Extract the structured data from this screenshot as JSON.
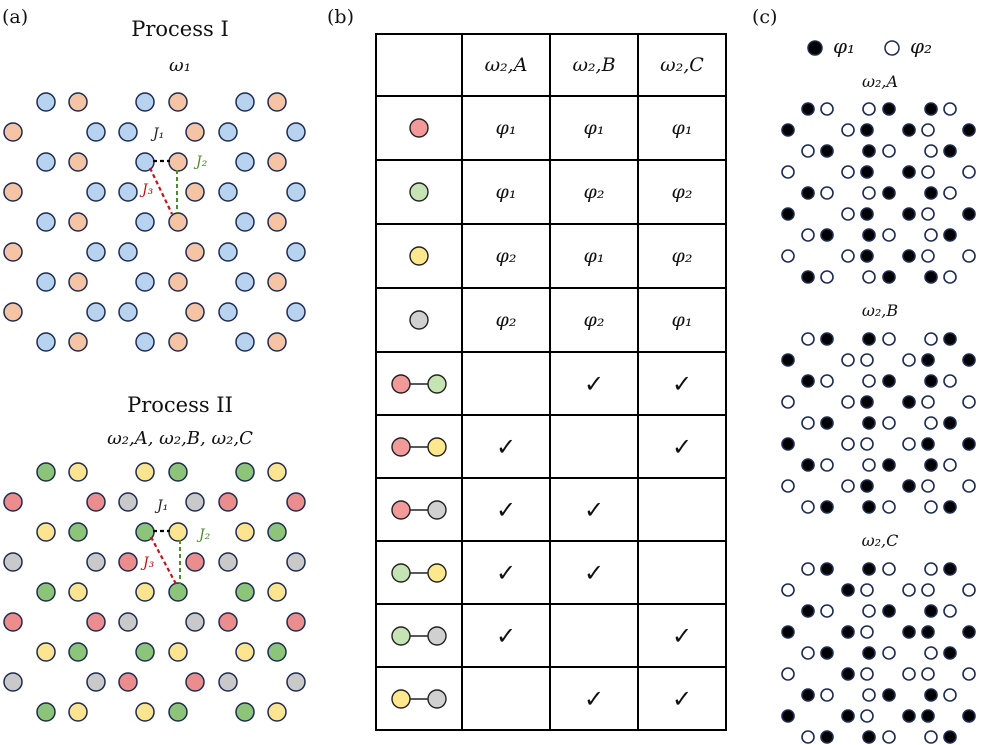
{
  "panel_a": {
    "label": "(a)",
    "process1": {
      "title": "Process I",
      "subtitle": "ω₁"
    },
    "process2": {
      "title": "Process II",
      "subtitle": "ω₂,A, ω₂,B, ω₂,C"
    },
    "bond_labels": {
      "j1": "J₁",
      "j2": "J₂",
      "j3": "J₃"
    }
  },
  "panel_b": {
    "label": "(b)",
    "headers": [
      "ω₂,A",
      "ω₂,B",
      "ω₂,C"
    ],
    "site_rows": [
      {
        "color": "#f29a9a",
        "values": [
          "φ₁",
          "φ₁",
          "φ₁"
        ]
      },
      {
        "color": "#c5e3b3",
        "values": [
          "φ₁",
          "φ₂",
          "φ₂"
        ]
      },
      {
        "color": "#fde88e",
        "values": [
          "φ₂",
          "φ₁",
          "φ₂"
        ]
      },
      {
        "color": "#d0d0d0",
        "values": [
          "φ₂",
          "φ₂",
          "φ₁"
        ]
      }
    ],
    "bond_rows": [
      {
        "left": "#f29a9a",
        "right": "#c5e3b3",
        "checks": [
          "",
          "✓",
          "✓"
        ]
      },
      {
        "left": "#f29a9a",
        "right": "#fde88e",
        "checks": [
          "✓",
          "",
          "✓"
        ]
      },
      {
        "left": "#f29a9a",
        "right": "#d0d0d0",
        "checks": [
          "✓",
          "✓",
          ""
        ]
      },
      {
        "left": "#c5e3b3",
        "right": "#fde88e",
        "checks": [
          "✓",
          "✓",
          ""
        ]
      },
      {
        "left": "#c5e3b3",
        "right": "#d0d0d0",
        "checks": [
          "✓",
          "",
          "✓"
        ]
      },
      {
        "left": "#fde88e",
        "right": "#d0d0d0",
        "checks": [
          "",
          "✓",
          "✓"
        ]
      }
    ]
  },
  "panel_c": {
    "label": "(c)",
    "legend": {
      "filled": "φ₁",
      "open": "φ₂"
    },
    "titles": [
      "ω₂,A",
      "ω₂,B",
      "ω₂,C"
    ]
  },
  "colors": {
    "blue": "#b7d3ef",
    "orange": "#f5c4a4",
    "red": "#ec8d8d",
    "green": "#8cc47a",
    "yellow": "#fde490",
    "gray": "#c9c9c9",
    "stroke": "#1d2b4f",
    "j1": "#000000",
    "j2": "#4f8a2e",
    "j3": "#c0141b"
  }
}
